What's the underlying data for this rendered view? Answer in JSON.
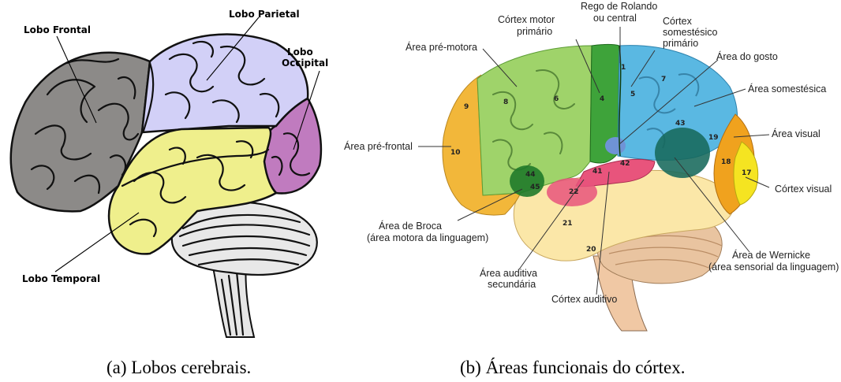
{
  "panel_a": {
    "labels": {
      "frontal": "Lobo Frontal",
      "parietal": "Lobo Parietal",
      "occipital_1": "Lobo",
      "occipital_2": "Occipital",
      "temporal": "Lobo Temporal"
    },
    "caption": "(a)  Lobos cerebrais.",
    "colors": {
      "frontal": "#8c8a88",
      "parietal": "#d2d0f7",
      "occipital": "#c07bbf",
      "temporal": "#efef8c",
      "cerebellum": "#e8e8e8"
    }
  },
  "panel_b": {
    "labels": {
      "rego_1": "Rego de Rolando",
      "rego_2": "ou central",
      "motor_1": "Córtex motor",
      "motor_2": "primário",
      "somestesico_1": "Córtex",
      "somestesico_2": "somestésico",
      "somestesico_3": "primário",
      "pre_motora": "Área pré-motora",
      "gosto": "Área do gosto",
      "area_somestesica": "Área somestésica",
      "pre_frontal": "Área pré-frontal",
      "visual": "Área visual",
      "cortex_visual": "Córtex visual",
      "broca_1": "Área de Broca",
      "broca_2": "(área motora da linguagem)",
      "wernicke_1": "Área de Wernicke",
      "wernicke_2": "(área sensorial da linguagem)",
      "auditiva_1": "Área auditiva",
      "auditiva_2": "secundária",
      "cortex_auditivo": "Córtex auditivo"
    },
    "area_numbers": {
      "n9": "9",
      "n10": "10",
      "n8": "8",
      "n6": "6",
      "n4": "4",
      "n1": "1",
      "n5": "5",
      "n7": "7",
      "n43": "43",
      "n19": "19",
      "n18": "18",
      "n17": "17",
      "n44": "44",
      "n45": "45",
      "n41": "41",
      "n42": "42",
      "n22": "22",
      "n21": "21",
      "n20": "20"
    },
    "caption": "(b)  Áreas funcionais do córtex.",
    "colors": {
      "prefrontal": "#f2b73a",
      "premotor": "#9fd36a",
      "motor": "#3ea33a",
      "somatosensory": "#5ab8e2",
      "visual": "#f0a21e",
      "visual_primary": "#f5e421",
      "temporal": "#fbe7a8",
      "auditory": "#e8547c",
      "broca": "#1f7a2a",
      "wernicke": "#17695b",
      "taste": "#6f93d6",
      "cerebellum": "#e9c4a0"
    }
  }
}
